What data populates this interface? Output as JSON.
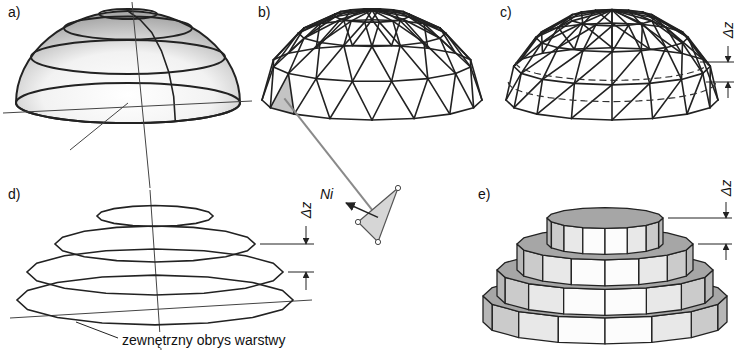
{
  "diagram": {
    "labels": [
      "a)",
      "b)",
      "Ni",
      "c)",
      "Δz",
      "d)",
      "Δz",
      "zewnętrzny obrys warstwy",
      "e)",
      "Δz"
    ]
  }
}
